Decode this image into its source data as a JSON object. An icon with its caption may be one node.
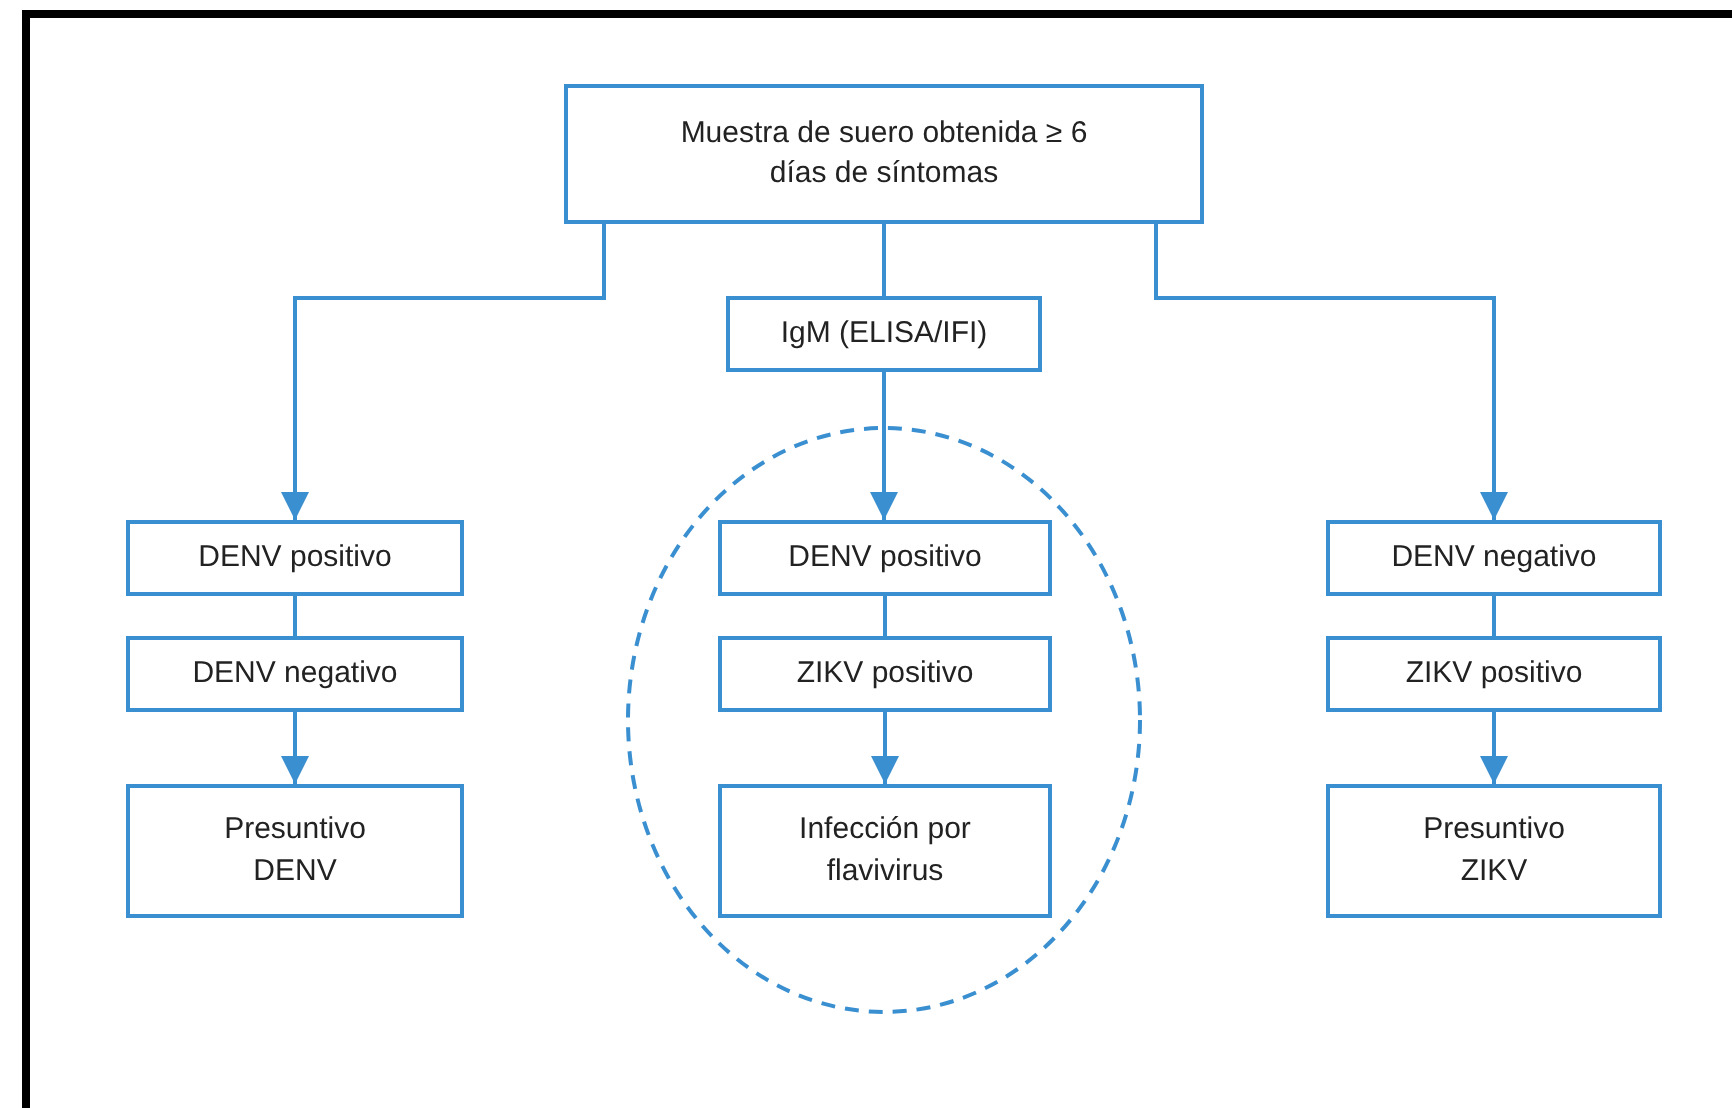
{
  "diagram": {
    "nodes": [
      {
        "text": [
          "Muestra de suero obtenida ≥ 6 días de síntomas"
        ]
      },
      {
        "text": [
          "IgM (ELISA/IFI)"
        ]
      },
      {
        "text": [
          "DENV positivo"
        ]
      },
      {
        "text": [
          "DENV negativo"
        ]
      },
      {
        "text": [
          "Presuntivo DENV"
        ]
      },
      {
        "text": [],
        "shape": "ellipse"
      },
      {
        "text": [
          "DENV positivo"
        ],
        "in": 5
      },
      {
        "text": [
          "ZIKV positivo"
        ],
        "in": 5
      },
      {
        "text": [
          "Infección por flavivirus"
        ],
        "in": 5
      },
      {
        "text": [
          "DENV negativo"
        ]
      },
      {
        "text": [
          "ZIKV positivo"
        ]
      },
      {
        "text": [
          "Presuntivo ZIKV"
        ]
      }
    ],
    "edges": [
      {
        "from": 0,
        "to": 2,
        "arrow": "to"
      },
      {
        "from": 0,
        "to": 1,
        "arrow": "none"
      },
      {
        "from": 0,
        "to": 9,
        "arrow": "to"
      },
      {
        "from": 1,
        "to": 6,
        "arrow": "to"
      },
      {
        "from": 2,
        "to": 3,
        "arrow": "none"
      },
      {
        "from": 3,
        "to": 4,
        "arrow": "to"
      },
      {
        "from": 6,
        "to": 7,
        "arrow": "none"
      },
      {
        "from": 7,
        "to": 8,
        "arrow": "to"
      },
      {
        "from": 9,
        "to": 10,
        "arrow": "none"
      },
      {
        "from": 10,
        "to": 11,
        "arrow": "to"
      }
    ]
  }
}
